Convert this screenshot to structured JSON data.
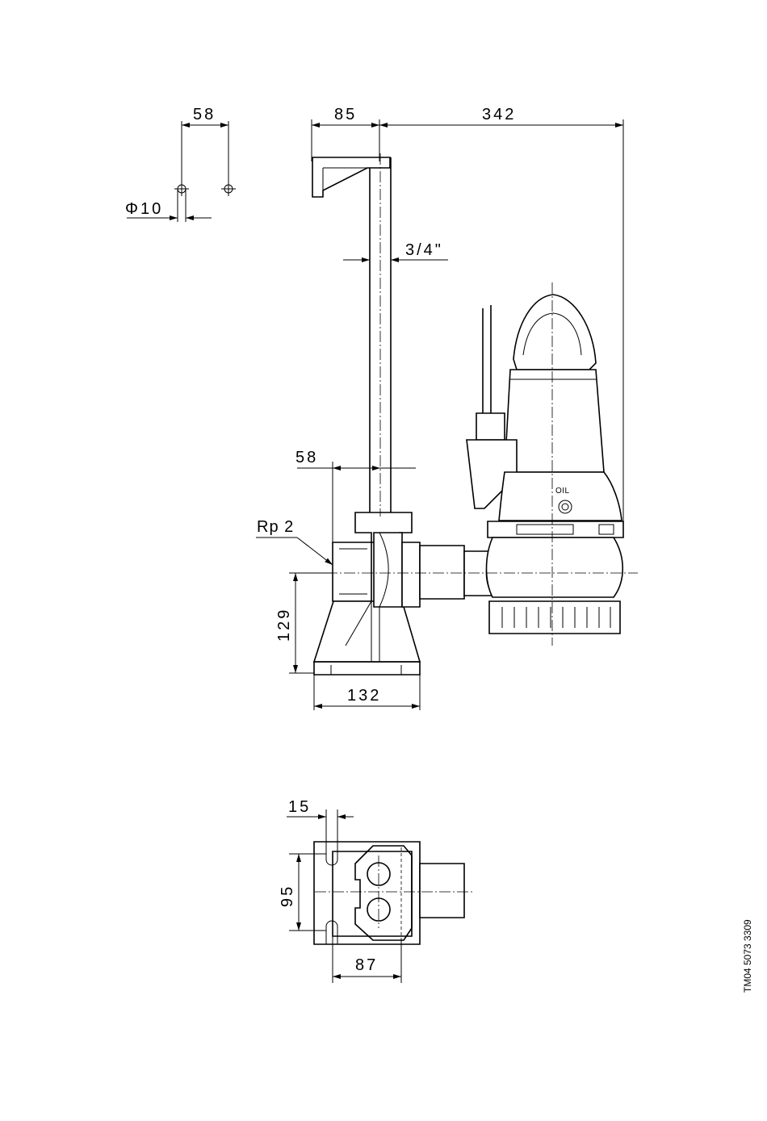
{
  "dimensions": {
    "hole_spacing": "58",
    "hole_diameter": "Φ10",
    "bracket_offset": "85",
    "pump_offset": "342",
    "pipe_size": "3/4\"",
    "pipe_distance": "58",
    "thread": "Rp 2",
    "outlet_height": "129",
    "base_width": "132",
    "slot_width": "15",
    "base_depth": "95",
    "base_length": "87"
  },
  "labels": {
    "oil": "OIL",
    "drawing_number": "TM04 5073 3309"
  }
}
